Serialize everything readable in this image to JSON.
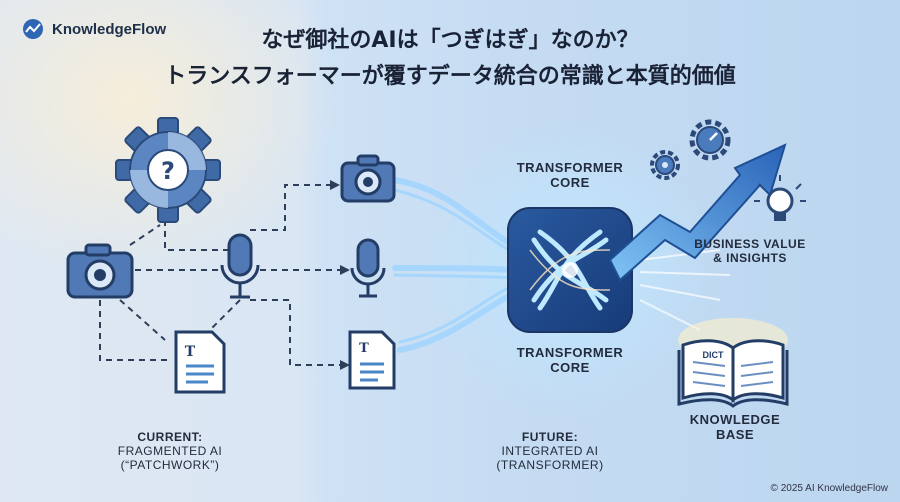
{
  "brand": {
    "name": "KnowledgeFlow"
  },
  "title": {
    "line1": "なぜ御社のAIは「つぎはぎ」なのか？",
    "line2": "トランスフォーマーが覆すデータ統合の常識と本質的価値"
  },
  "left": {
    "heading": "CURRENT:",
    "line2": "FRAGMENTED AI",
    "line3": "(“PATCHWORK”)"
  },
  "center": {
    "core_top_1": "TRANSFORMER",
    "core_top_2": "CORE",
    "core_bottom_1": "TRANSFORMER",
    "core_bottom_2": "CORE",
    "heading": "FUTURE:",
    "line2": "INTEGRATED AI",
    "line3": "(TRANSFORMER)"
  },
  "right": {
    "value_1": "BUSINESS VALUE",
    "value_2": "& INSIGHTS",
    "book_label": "DICT",
    "kb_1": "KNOWLEDGE",
    "kb_2": "BASE"
  },
  "doc_letter": "T",
  "question_mark": "?",
  "footer": {
    "copyright": "© 2025 AI KnowledgeFlow"
  },
  "colors": {
    "navy": "#2c4f86",
    "blue": "#4a86c8",
    "light": "#cfe0f4",
    "glow": "#8fd0ff"
  }
}
